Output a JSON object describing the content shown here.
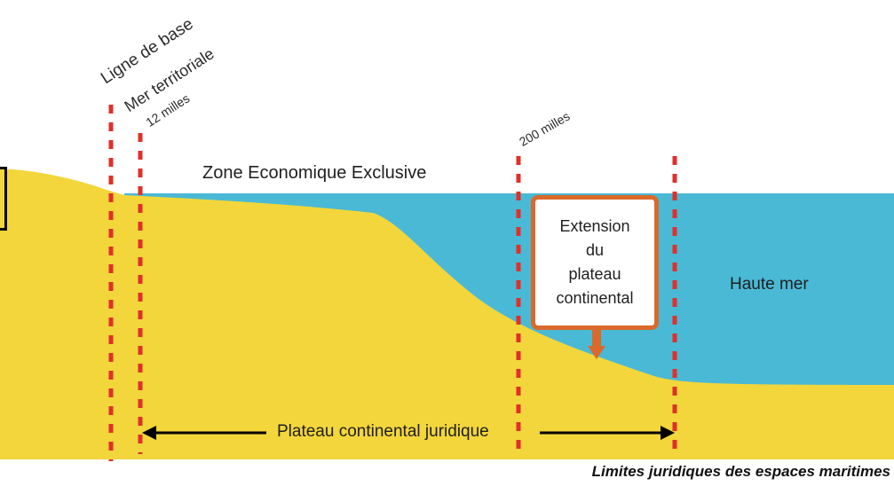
{
  "diagram": {
    "labels": {
      "baseline": "Ligne de base",
      "territorial_sea": "Mer territoriale",
      "twelve_miles": "12 milles",
      "two_hundred_miles": "200 milles",
      "eez": "Zone Economique Exclusive",
      "high_sea": "Haute mer",
      "extension": "Extension\ndu\nplateau\ncontinental",
      "legal_shelf": "Plateau continental juridique",
      "caption": "Limites juridiques des espaces maritimes"
    },
    "colors": {
      "sea": "#4ab9d6",
      "land": "#f2d63b",
      "boundary": "#e0302a",
      "extension_border": "#d96a2b",
      "arrow": "#000000"
    }
  }
}
